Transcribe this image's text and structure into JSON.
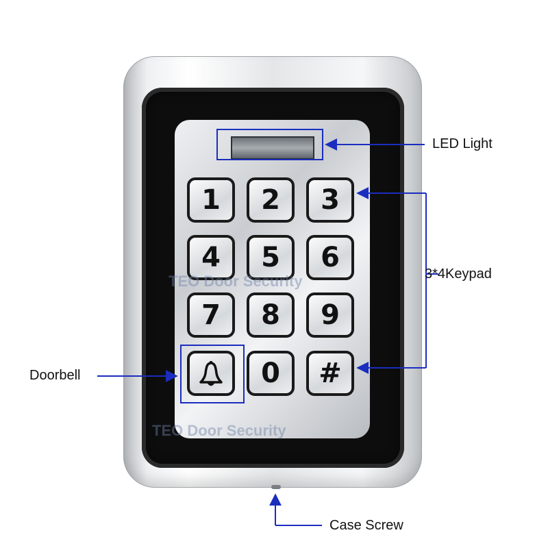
{
  "keypad": {
    "keys": [
      "1",
      "2",
      "3",
      "4",
      "5",
      "6",
      "7",
      "8",
      "9",
      "bell",
      "0",
      "#"
    ]
  },
  "watermark": "TEO Door Security",
  "callouts": {
    "led": "LED Light",
    "keypad": "3*4Keypad",
    "doorbell": "Doorbell",
    "case_screw": "Case Screw"
  },
  "colors": {
    "annotation": "#1a2dbf",
    "bezel": "#0d0d0d",
    "key_border": "#1a1a1a"
  },
  "icons": {
    "doorbell_key": "bell-icon"
  }
}
